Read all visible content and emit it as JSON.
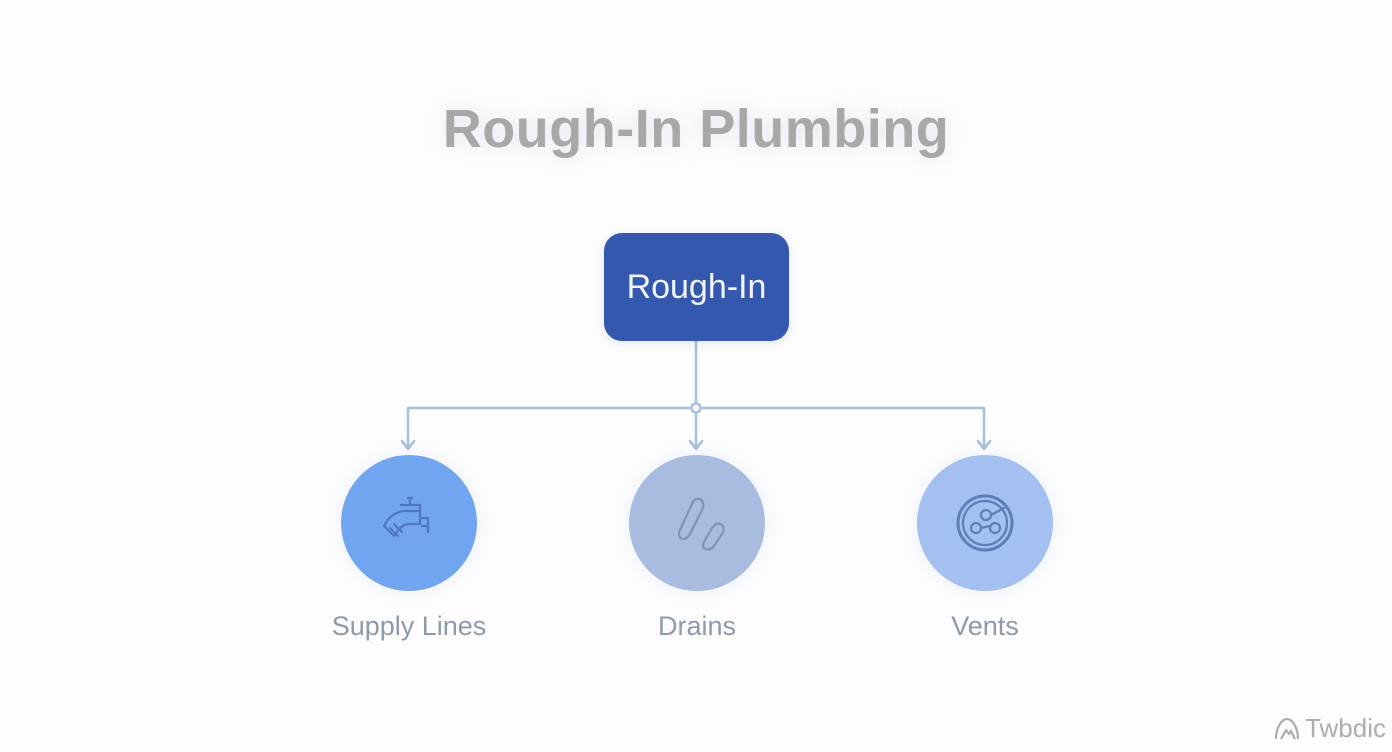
{
  "diagram": {
    "title": "Rough-In Plumbing",
    "root": {
      "label": "Rough-In",
      "color": "#3358ad"
    },
    "children": [
      {
        "id": "supply",
        "label": "Supply Lines",
        "icon": "faucet-icon",
        "color": "#72a5ef"
      },
      {
        "id": "drains",
        "label": "Drains",
        "icon": "drain-pipes-icon",
        "color": "#a8bcdf"
      },
      {
        "id": "vents",
        "label": "Vents",
        "icon": "vent-cap-icon",
        "color": "#a4c0f0"
      }
    ],
    "connector_color": "#a7bfdc"
  },
  "watermark": {
    "text": "Twbdic",
    "icon": "mountain-logo-icon"
  }
}
